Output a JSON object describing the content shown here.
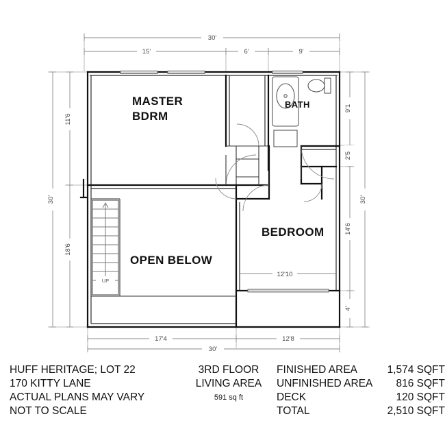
{
  "plan": {
    "rooms": [
      {
        "name": "MASTER BDRM",
        "line1": "MASTER",
        "line2": "BDRM"
      },
      {
        "name": "BATH",
        "label": "BATH"
      },
      {
        "name": "BEDROOM",
        "label": "BEDROOM"
      },
      {
        "name": "OPEN BELOW",
        "label": "OPEN BELOW"
      }
    ],
    "room_labels": {
      "master_line1": "MASTER",
      "master_line2": "BDRM",
      "bath": "BATH",
      "bedroom": "BEDROOM",
      "open_below": "OPEN BELOW"
    },
    "stairs": {
      "direction_label": "UP",
      "tread_count": 11
    },
    "dimensions": {
      "top_overall": "30'",
      "top_seg1": "15'",
      "top_seg2": "6'",
      "top_seg3": "9'",
      "left_overall": "30'",
      "left_seg1": "11'6",
      "left_seg2": "18'6",
      "right_overall": "30'",
      "right_seg1": "9'1",
      "right_seg2": "2'5",
      "right_seg3": "14'6",
      "right_seg4": "4'",
      "bottom_overall": "30'",
      "bottom_seg1": "17'4",
      "bottom_seg2": "12'8",
      "bedroom_interior": "12'10"
    }
  },
  "title_block": {
    "left": [
      "HUFF HERITAGE; LOT 22",
      "170 KITTY LANE",
      "ACTUAL PLANS MAY VARY",
      "NOT TO SCALE"
    ],
    "middle": {
      "floor": "3RD FLOOR",
      "living_area_label": "LIVING AREA",
      "living_area_value": "591 sq ft"
    },
    "areas": [
      {
        "label": "FINISHED AREA",
        "value": "1,574 SQFT"
      },
      {
        "label": "UNFINISHED AREA",
        "value": "816 SQFT"
      },
      {
        "label": "DECK",
        "value": "120 SQFT"
      },
      {
        "label": "TOTAL",
        "value": "2,510 SQFT"
      }
    ]
  },
  "colors": {
    "wall": "#111111",
    "dimension": "#8a8a8a",
    "background": "#ffffff",
    "fixture": "#555555"
  }
}
